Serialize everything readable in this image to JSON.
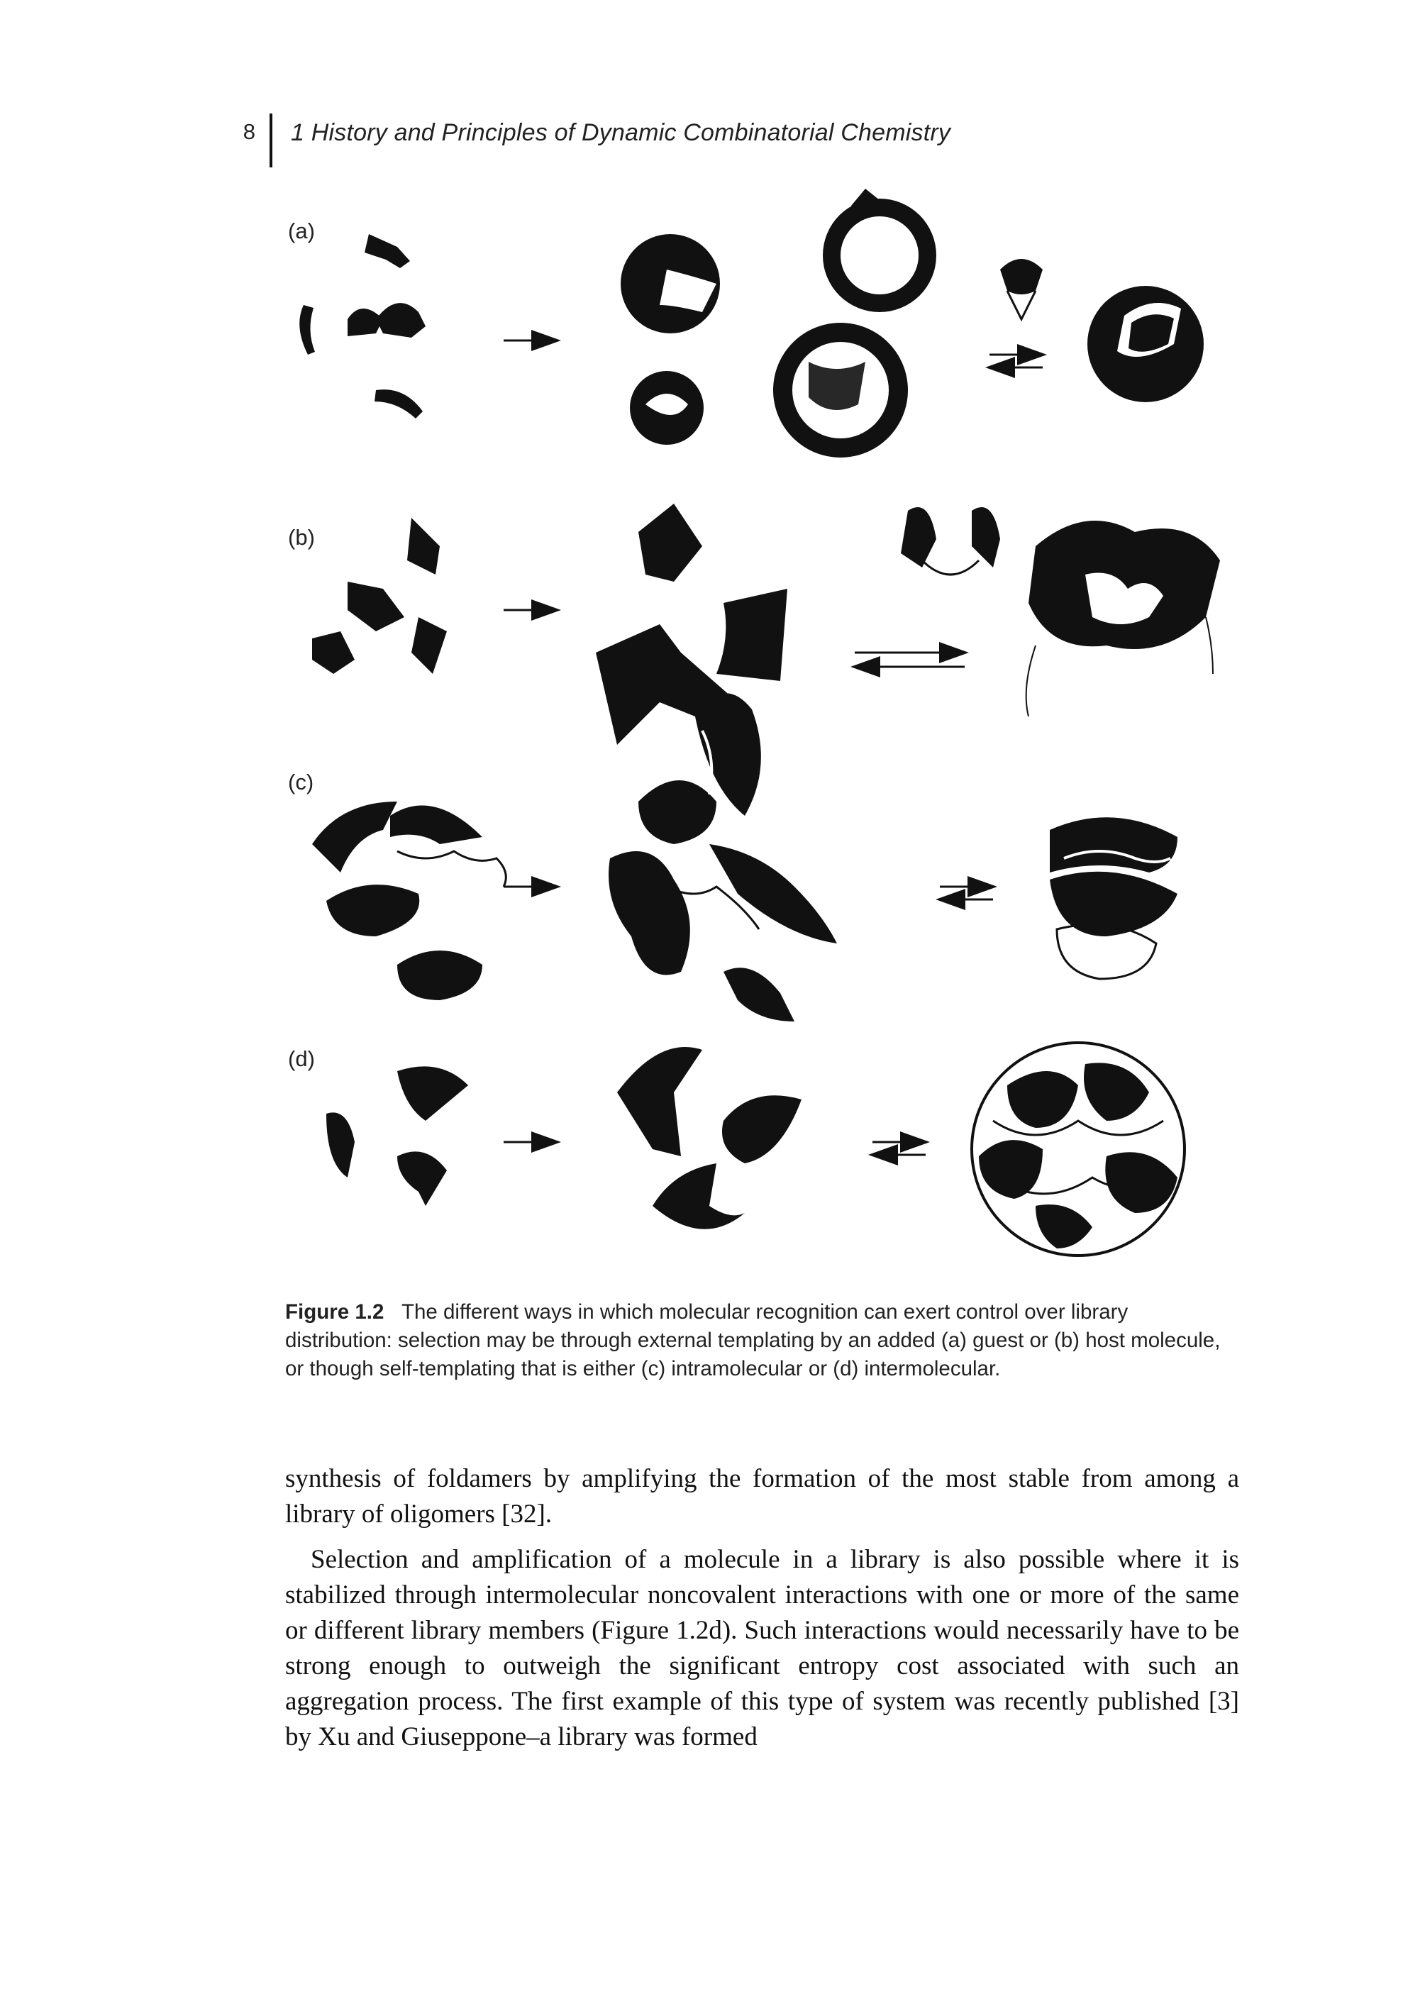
{
  "header": {
    "page_number": "8",
    "running_title": "1 History and Principles of Dynamic Combinatorial Chemistry"
  },
  "figure": {
    "panels": {
      "a": "(a)",
      "b": "(b)",
      "c": "(c)",
      "d": "(d)"
    }
  },
  "caption": {
    "label": "Figure 1.2",
    "text": "The different ways in which molecular recognition can exert control over library distribution: selection may be through external templating by an added (a) guest or (b) host molecule, or though self-templating that is either (c) intramolecular or (d) intermolecular."
  },
  "body": {
    "paragraph_1": "synthesis of foldamers by amplifying the formation of the most stable from among a library of oligomers [32].",
    "paragraph_2": "Selection and amplification of a molecule in a library is also possible where it is stabilized through intermolecular noncovalent interactions with one or more of the same or different library members (Figure 1.2d). Such interactions would necessarily have to be strong enough to outweigh the significant entropy cost associated with such an aggregation process. The first example of this type of system was recently published [3] by Xu and Giuseppone–a library was formed"
  },
  "colors": {
    "ink": "#111111",
    "paper": "#ffffff"
  }
}
